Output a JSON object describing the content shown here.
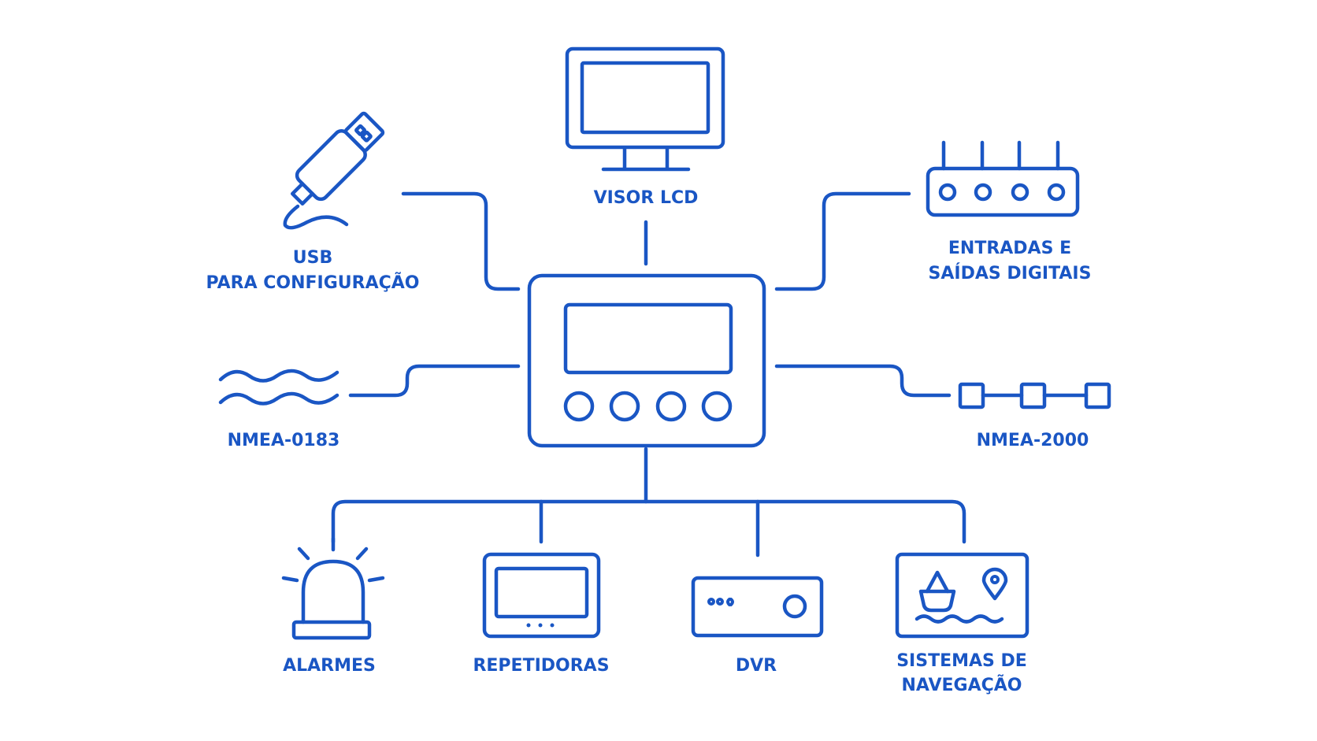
{
  "colors": {
    "line": "#1a56c4",
    "background": "#ffffff"
  },
  "nodes": {
    "visor": {
      "label": "VISOR LCD",
      "icon": "monitor-icon"
    },
    "usb": {
      "label_line1": "USB",
      "label_line2": "PARA CONFIGURAÇÃO",
      "icon": "usb-icon"
    },
    "digital": {
      "label_line1": "ENTRADAS E",
      "label_line2": "SAÍDAS DIGITAIS",
      "icon": "router-icon"
    },
    "nmea0183": {
      "label": "NMEA-0183",
      "icon": "waves-icon"
    },
    "nmea2000": {
      "label": "NMEA-2000",
      "icon": "bus-chain-icon"
    },
    "alarmes": {
      "label": "ALARMES",
      "icon": "siren-icon"
    },
    "repetidoras": {
      "label": "REPETIDORAS",
      "icon": "display-repeater-icon"
    },
    "dvr": {
      "label": "DVR",
      "icon": "dvr-icon"
    },
    "navegacao": {
      "label_line1": "SISTEMAS DE",
      "label_line2": "NAVEGAÇÃO",
      "icon": "navigation-map-icon"
    }
  },
  "hub": {
    "icon": "controller-device-icon"
  }
}
